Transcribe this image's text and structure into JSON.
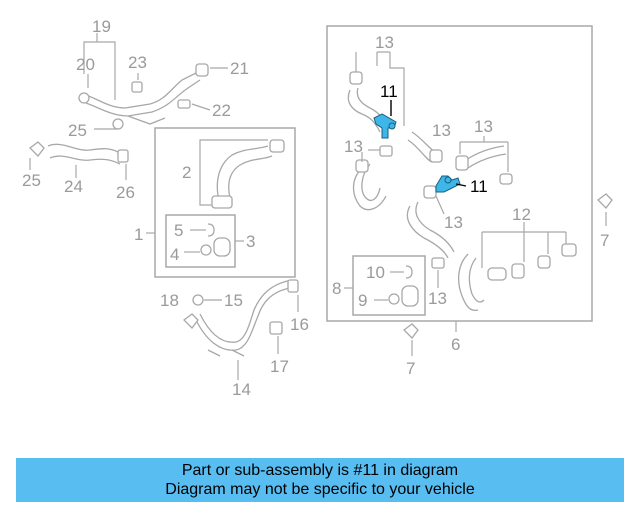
{
  "callouts": {
    "c1": "1",
    "c2": "2",
    "c3": "3",
    "c4": "4",
    "c5": "5",
    "c6": "6",
    "c7": "7",
    "c8": "8",
    "c9": "9",
    "c10": "10",
    "c11": "11",
    "c12": "12",
    "c13": "13",
    "c14": "14",
    "c15": "15",
    "c16": "16",
    "c17": "17",
    "c18": "18",
    "c19": "19",
    "c20": "20",
    "c21": "21",
    "c22": "22",
    "c23": "23",
    "c24": "24",
    "c25": "25",
    "c26": "26"
  },
  "colors": {
    "highlight": "#3fb6e8",
    "banner": "#58bdf0",
    "linework": "#a8a8a8"
  },
  "banner": {
    "line1": "Part or sub-assembly is #11 in diagram",
    "line2": "Diagram may not be specific to your vehicle"
  }
}
